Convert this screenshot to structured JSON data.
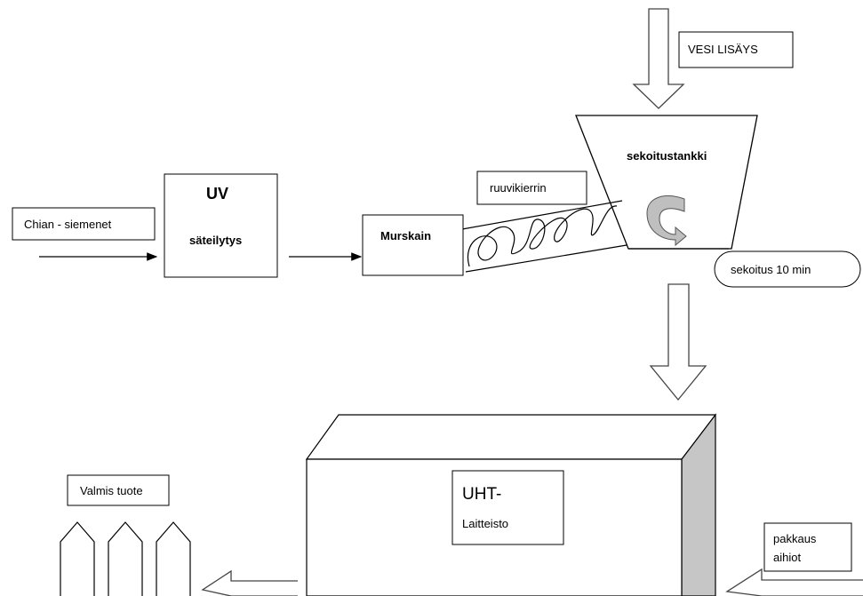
{
  "diagram": {
    "water_label": "VESI LISÄYS",
    "mixing_tank_label": "sekoitustankki",
    "mixing_time_label": "sekoitus 10 min",
    "screw_label": "ruuvikierrin",
    "input_label": "Chian - siemenet",
    "uv_title": "UV",
    "uv_subtitle": "säteilytys",
    "crusher_label": "Murskain",
    "uht_title": "UHT-",
    "uht_subtitle": "Laitteisto",
    "packaging_label_line1": "pakkaus",
    "packaging_label_line2": "aihiot",
    "product_label": "Valmis tuote"
  }
}
